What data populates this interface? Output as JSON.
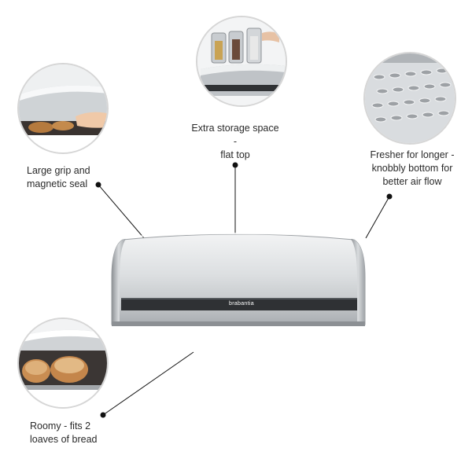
{
  "features": [
    {
      "id": "grip",
      "label": "Large grip and magnetic seal",
      "lines": [
        "Large grip and",
        "magnetic seal"
      ]
    },
    {
      "id": "flat_top",
      "label": "Extra storage space - flat top",
      "lines": [
        "Extra storage space -",
        "flat top"
      ]
    },
    {
      "id": "bottom",
      "label": "Fresher for longer - knobbly bottom for better air flow",
      "lines": [
        "Fresher for longer -",
        "knobbly bottom for",
        "better air flow"
      ]
    },
    {
      "id": "roomy",
      "label": "Roomy - fits 2 loaves of bread",
      "lines": [
        "Roomy - fits 2",
        "loaves of bread"
      ]
    }
  ],
  "product": {
    "brand": "brabantia"
  },
  "colors": {
    "steel_light": "#e6e8ea",
    "steel_mid": "#b9bdc1",
    "steel_dark": "#7e8286",
    "band": "#2f3134",
    "leader": "#111111"
  }
}
